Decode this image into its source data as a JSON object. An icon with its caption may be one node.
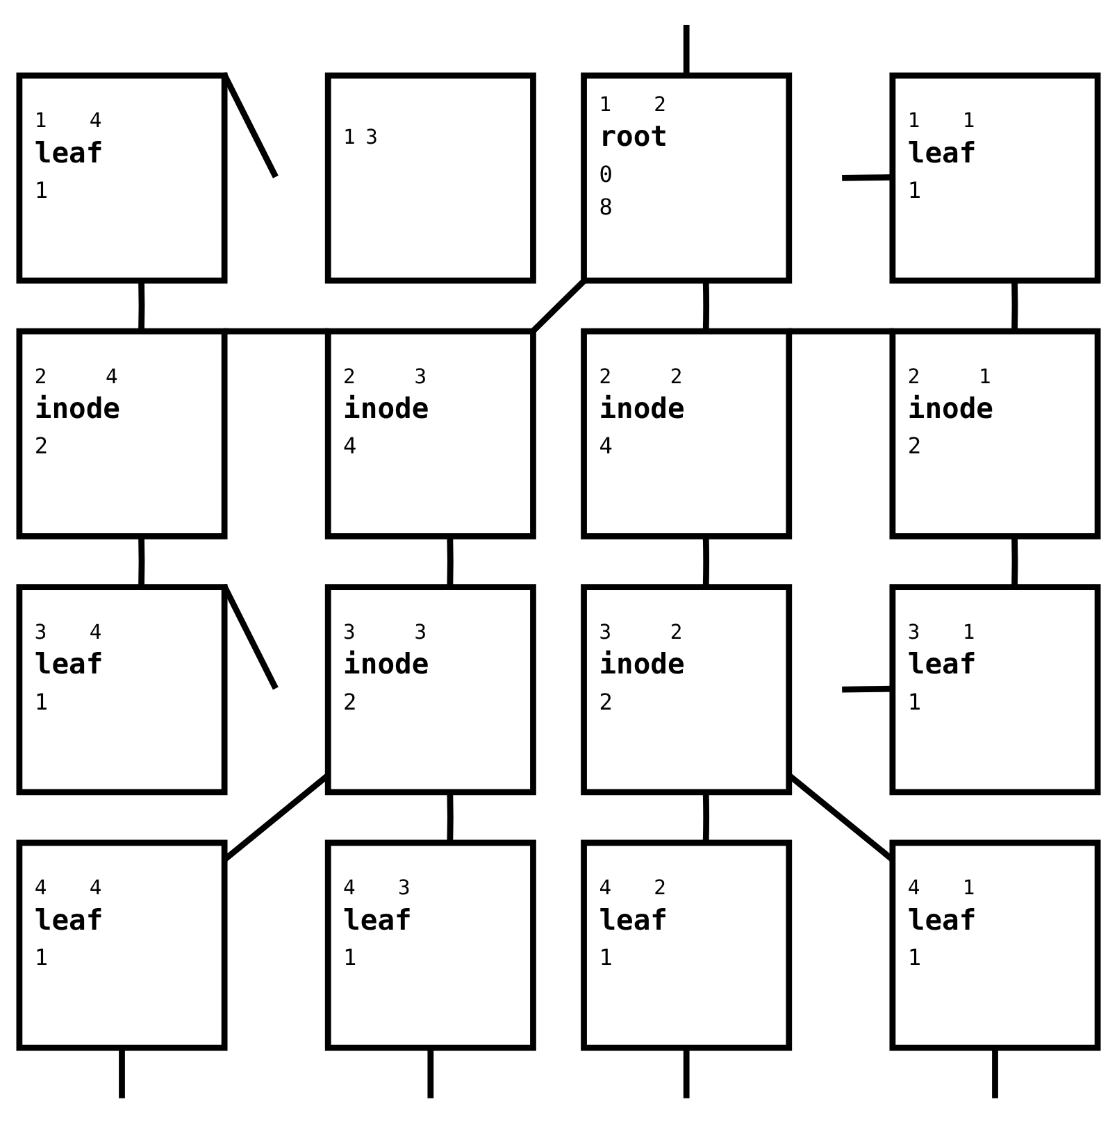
{
  "diagram": {
    "nodes": [
      {
        "text": [
          "1",
          "1",
          "leaf",
          "1"
        ]
      },
      {
        "text": [
          "1",
          "2",
          "root",
          "0",
          "8"
        ]
      },
      {
        "text": [
          "1",
          "3"
        ]
      },
      {
        "text": [
          "1",
          "4",
          "leaf",
          "1"
        ]
      },
      {
        "text": [
          "2",
          "1",
          "inode",
          "2"
        ]
      },
      {
        "text": [
          "2",
          "2",
          "inode",
          "4"
        ]
      },
      {
        "text": [
          "2",
          "3",
          "inode",
          "4"
        ]
      },
      {
        "text": [
          "2",
          "4",
          "inode",
          "2"
        ]
      },
      {
        "text": [
          "3",
          "1",
          "leaf",
          "1"
        ]
      },
      {
        "text": [
          "3",
          "2",
          "inode",
          "2"
        ]
      },
      {
        "text": [
          "3",
          "3",
          "inode",
          "2"
        ]
      },
      {
        "text": [
          "3",
          "4",
          "leaf",
          "1"
        ]
      },
      {
        "text": [
          "4",
          "1",
          "leaf",
          "1"
        ]
      },
      {
        "text": [
          "4",
          "2",
          "leaf",
          "1"
        ]
      },
      {
        "text": [
          "4",
          "3",
          "leaf",
          "1"
        ]
      },
      {
        "text": [
          "4",
          "4",
          "leaf",
          "1"
        ]
      }
    ],
    "edges": [
      {
        "from": null,
        "to": 1,
        "arrow": "none"
      },
      {
        "from": null,
        "to": 0,
        "arrow": "none"
      },
      {
        "from": 3,
        "to": null,
        "arrow": "none"
      },
      {
        "from": 0,
        "to": 4,
        "arrow": "none"
      },
      {
        "from": 1,
        "to": 5,
        "arrow": "none"
      },
      {
        "from": 1,
        "to": 6,
        "arrow": "none"
      },
      {
        "from": 3,
        "to": 7,
        "arrow": "none"
      },
      {
        "from": 4,
        "to": 5,
        "arrow": "none"
      },
      {
        "from": 6,
        "to": 7,
        "arrow": "none"
      },
      {
        "from": 4,
        "to": 8,
        "arrow": "none"
      },
      {
        "from": 5,
        "to": 9,
        "arrow": "none"
      },
      {
        "from": 6,
        "to": 10,
        "arrow": "none"
      },
      {
        "from": 7,
        "to": 11,
        "arrow": "none"
      },
      {
        "from": null,
        "to": 8,
        "arrow": "none"
      },
      {
        "from": 11,
        "to": null,
        "arrow": "none"
      },
      {
        "from": 9,
        "to": 12,
        "arrow": "none"
      },
      {
        "from": 9,
        "to": 13,
        "arrow": "none"
      },
      {
        "from": 10,
        "to": 14,
        "arrow": "none"
      },
      {
        "from": 10,
        "to": 15,
        "arrow": "none"
      },
      {
        "from": 12,
        "to": null,
        "arrow": "none"
      },
      {
        "from": 13,
        "to": null,
        "arrow": "none"
      },
      {
        "from": 14,
        "to": null,
        "arrow": "none"
      },
      {
        "from": 15,
        "to": null,
        "arrow": "none"
      }
    ]
  }
}
